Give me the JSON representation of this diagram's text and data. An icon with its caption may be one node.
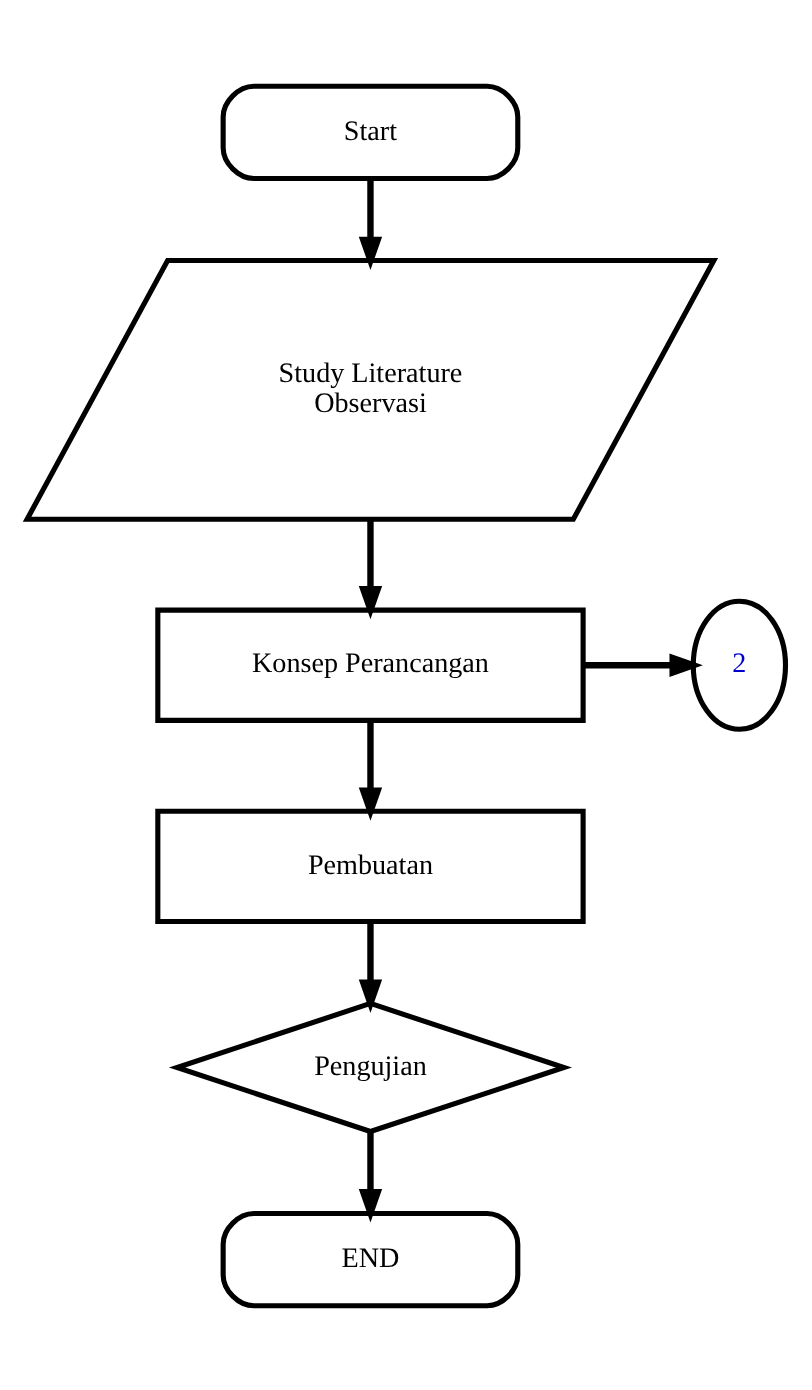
{
  "diagram": {
    "nodes": [
      {
        "text": [
          "Start"
        ]
      },
      {
        "text": [
          "Study Literature",
          "Observasi"
        ]
      },
      {
        "text": [
          "Konsep Perancangan"
        ]
      },
      {
        "text": [
          "2"
        ]
      },
      {
        "text": [
          "Pembuatan"
        ]
      },
      {
        "text": [
          "Pengujian"
        ]
      },
      {
        "text": [
          "END"
        ]
      }
    ],
    "edges": [
      {
        "from": 0,
        "to": 1,
        "arrow": "to"
      },
      {
        "from": 1,
        "to": 2,
        "arrow": "to"
      },
      {
        "from": 2,
        "to": 3,
        "arrow": "to"
      },
      {
        "from": 2,
        "to": 4,
        "arrow": "to"
      },
      {
        "from": 4,
        "to": 5,
        "arrow": "to"
      },
      {
        "from": 5,
        "to": 6,
        "arrow": "to"
      }
    ]
  }
}
